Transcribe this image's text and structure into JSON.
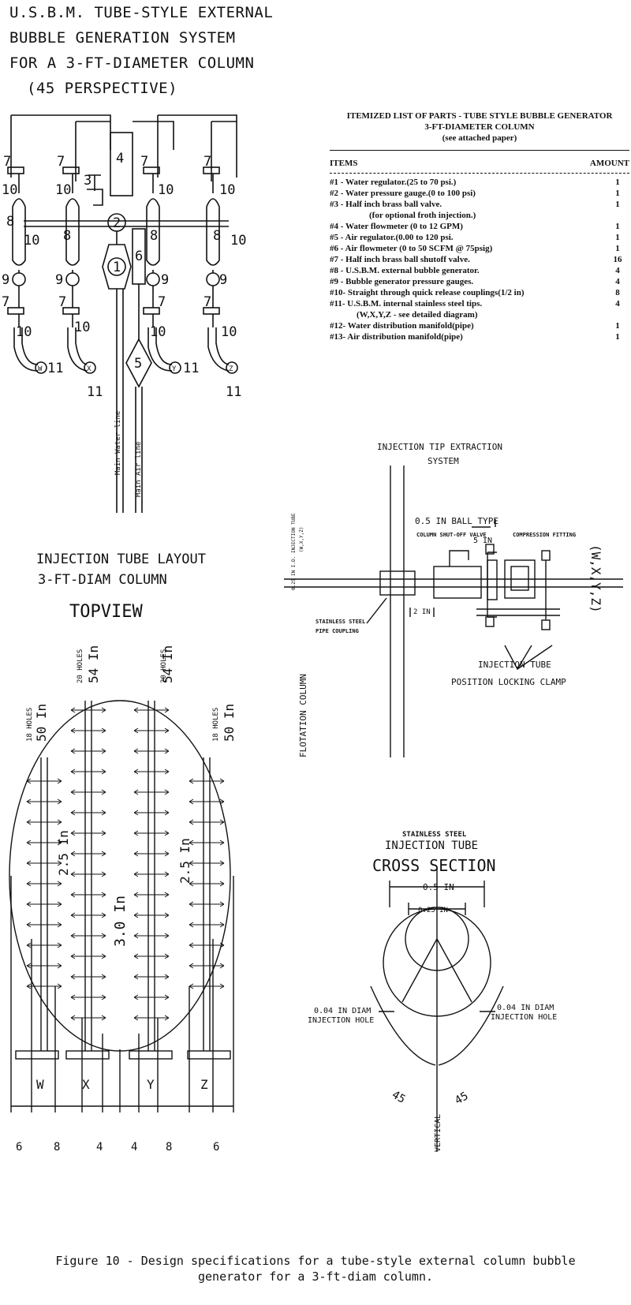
{
  "title_main": [
    "U.S.B.M. TUBE-STYLE EXTERNAL",
    "BUBBLE GENERATION SYSTEM",
    "FOR A 3-FT-DIAMETER COLUMN",
    "(45 PERSPECTIVE)"
  ],
  "perspective": {
    "valve_7": "7",
    "gauge_10": "10",
    "label_8": "8",
    "gauge_9": "9",
    "label_4": "4",
    "label_3": "3",
    "label_2": "2",
    "label_1": "1",
    "label_6": "6",
    "label_5": "5",
    "label_11": "11",
    "tip_w": "W",
    "tip_x": "X",
    "tip_y": "Y",
    "tip_z": "Z",
    "main_water_line": "Main Water line",
    "main_air_line": "Main Air line"
  },
  "parts": {
    "heading": "ITEMIZED LIST OF PARTS - TUBE STYLE BUBBLE GENERATOR",
    "subheading": "3-FT-DIAMETER COLUMN",
    "note": "(see attached paper)",
    "col_items": "ITEMS",
    "col_amount": "AMOUNT",
    "rows": [
      {
        "label": "#1 - Water regulator.(25 to 70 psi.)",
        "amount": "1"
      },
      {
        "label": "#2 - Water pressure gauge.(0 to 100 psi)",
        "amount": "1"
      },
      {
        "label": "#3 - Half inch brass ball valve.",
        "amount": "1"
      },
      {
        "label": "(for optional froth injection.)",
        "amount": ""
      },
      {
        "label": "#4 - Water flowmeter (0 to 12 GPM)",
        "amount": "1"
      },
      {
        "label": "#5 - Air regulator.(0.00 to 120 psi.",
        "amount": "1"
      },
      {
        "label": "#6 - Air flowmeter (0 to 50 SCFM @ 75psig)",
        "amount": "1"
      },
      {
        "label": "#7 - Half inch brass ball shutoff valve.",
        "amount": "16"
      },
      {
        "label": "#8 - U.S.B.M. external bubble generator.",
        "amount": "4"
      },
      {
        "label": "#9 - Bubble generator pressure gauges.",
        "amount": "4"
      },
      {
        "label": "#10- Straight through quick release couplings(1/2 in)",
        "amount": "8"
      },
      {
        "label": "#11- U.S.B.M. internal stainless steel tips.",
        "amount": "4"
      },
      {
        "label": "(W,X,Y,Z - see detailed diagram)",
        "amount": ""
      },
      {
        "label": "#12- Water distribution manifold(pipe)",
        "amount": "1"
      },
      {
        "label": "#13- Air distribution manifold(pipe)",
        "amount": "1"
      }
    ]
  },
  "extraction": {
    "title1": "INJECTION TIP EXTRACTION",
    "title2": "SYSTEM",
    "tube_id": "0.25 IN I.D. INJECTION TUBE",
    "tube_id2": "(W,X,Y,Z)",
    "ball_type": "0.5 IN BALL TYPE",
    "shutoff": "COLUMN SHUT-OFF VALVE",
    "compression": "COMPRESSION FITTING",
    "dim5": "5 IN",
    "dim2": "2 IN",
    "coupling1": "STAINLESS STEEL",
    "coupling2": "PIPE COUPLING",
    "clamp1": "INJECTION TUBE",
    "clamp2": "POSITION LOCKING CLAMP",
    "flotation": "FLOTATION COLUMN",
    "wxyz": "(W,X,Y,Z)"
  },
  "layout": {
    "title1": "INJECTION TUBE LAYOUT",
    "title2": "3-FT-DIAM COLUMN",
    "title3": "TOPVIEW",
    "holes18": "18 HOLES",
    "holes20": "20 HOLES",
    "len50": "50 In",
    "len54": "54 In",
    "sp25": "2.5 In",
    "sp30": "3.0 In",
    "tubes": [
      "W",
      "X",
      "Y",
      "Z"
    ],
    "bottom_dims": [
      "6",
      "8",
      "4",
      "4",
      "8",
      "6"
    ],
    "unit_in": "In"
  },
  "cross": {
    "t1": "STAINLESS STEEL",
    "t2": "INJECTION TUBE",
    "t3": "CROSS SECTION",
    "od": "0.5 IN",
    "id": "0.25 IN",
    "hole_l1": "0.04 IN DIAM",
    "hole_l2": "INJECTION HOLE",
    "hole_r1": "0.04 IN DIAM",
    "hole_r2": "INJECTION HOLE",
    "angle_l": "45",
    "angle_r": "45",
    "vertical": "VERTICAL"
  },
  "caption": "Figure 10 - Design specifications for a tube-style external column bubble generator for a 3-ft-diam column."
}
